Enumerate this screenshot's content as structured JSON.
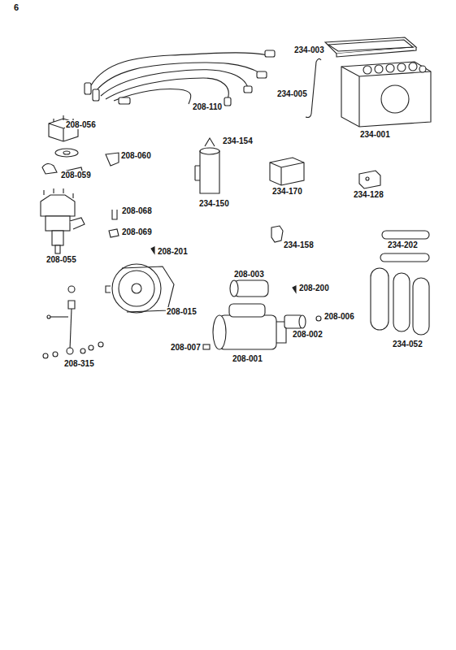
{
  "diagram": {
    "labels": [
      "6",
      "234-003",
      "234-005",
      "234-001",
      "208-110",
      "208-056",
      "234-154",
      "208-060",
      "208-059",
      "234-150",
      "234-170",
      "234-128",
      "208-068",
      "208-069",
      "208-055",
      "208-201",
      "234-158",
      "234-202",
      "208-015",
      "208-003",
      "208-200",
      "208-006",
      "208-002",
      "234-052",
      "208-007",
      "208-001",
      "208-315"
    ]
  }
}
